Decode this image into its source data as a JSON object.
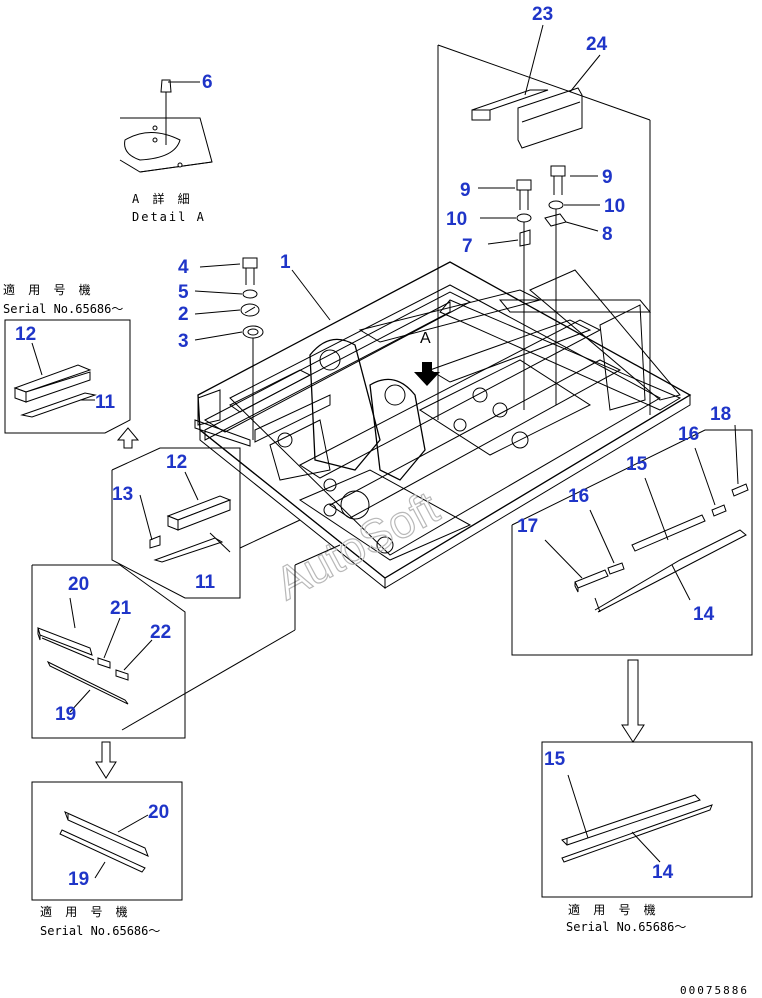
{
  "callouts": [
    "1",
    "2",
    "3",
    "4",
    "5",
    "6",
    "7",
    "8",
    "9",
    "9",
    "10",
    "10",
    "11",
    "11",
    "12",
    "12",
    "13",
    "14",
    "14",
    "15",
    "15",
    "16",
    "16",
    "17",
    "18",
    "19",
    "19",
    "20",
    "20",
    "21",
    "22",
    "23",
    "24"
  ],
  "detail": {
    "jp": "A 詳 細",
    "en": "Detail A",
    "arrow_letter": "A"
  },
  "serial_notes": [
    {
      "jp": "適 用 号 機",
      "en": "Serial No.65686～"
    },
    {
      "jp": "適 用 号 機",
      "en": "Serial No.65686～"
    },
    {
      "jp": "適 用 号 機",
      "en": "Serial No.65686～"
    }
  ],
  "drawing_code": "00075886",
  "watermark": "AutoSoft",
  "colors": {
    "callout": "#1f35c8",
    "line": "#000000",
    "watermark": "#b8b8b8"
  }
}
